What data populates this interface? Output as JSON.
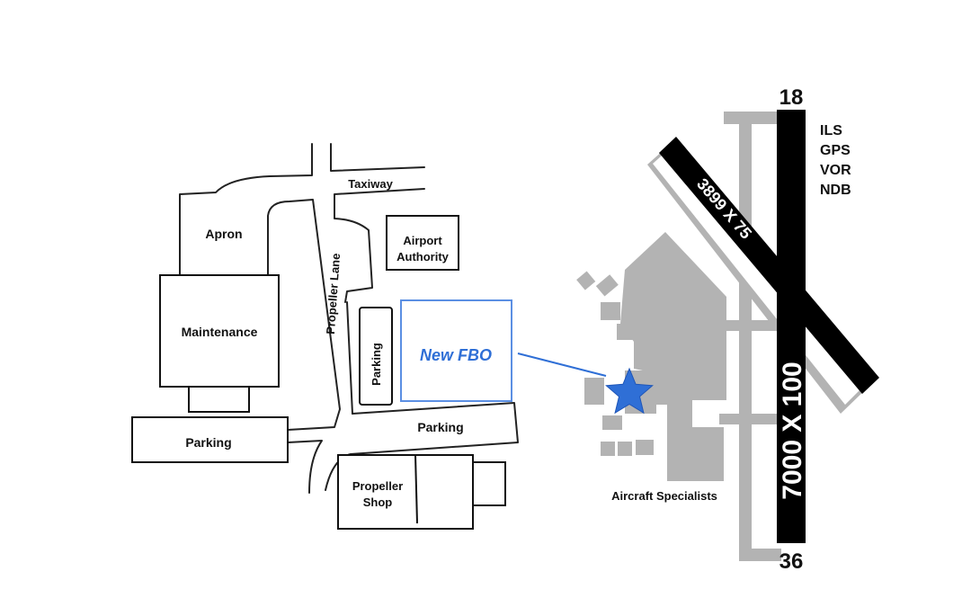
{
  "labels": {
    "taxiway": "Taxiway",
    "apron": "Apron",
    "airport_authority_line1": "Airport",
    "airport_authority_line2": "Authority",
    "propeller_lane": "Propeller Lane",
    "maintenance": "Maintenance",
    "parking_vertical": "Parking",
    "new_fbo": "New FBO",
    "parking_left": "Parking",
    "parking_lower": "Parking",
    "propeller_shop_line1": "Propeller",
    "propeller_shop_line2": "Shop",
    "aircraft_specialists": "Aircraft Specialists"
  },
  "runways": {
    "main": {
      "dimensions": "7000 X 100",
      "north_end": "18",
      "south_end": "36"
    },
    "crosswind": {
      "dimensions": "3899 X 75"
    }
  },
  "navaids": [
    "ILS",
    "GPS",
    "VOR",
    "NDB"
  ],
  "colors": {
    "fbo_blue": "#2f6fd6",
    "fbo_outline": "#5b8fe3",
    "star": "#2f6fd6",
    "airfield_gray": "#b3b3b3",
    "runway": "#000000"
  },
  "icons": {
    "fbo_marker": "star-icon"
  }
}
